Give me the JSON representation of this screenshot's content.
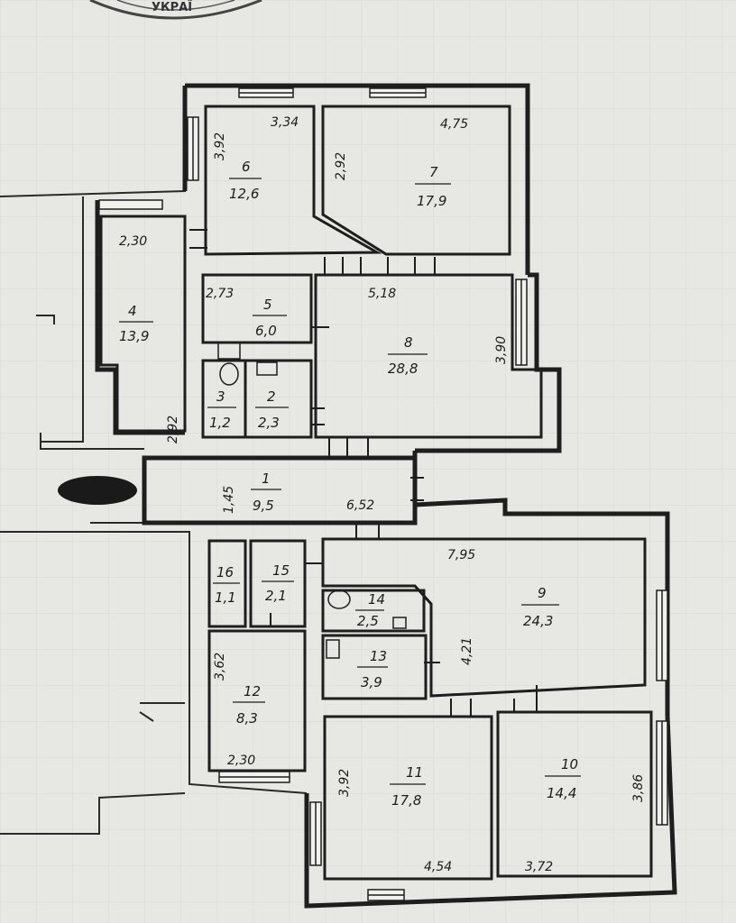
{
  "stamp": {
    "text": "УКРАЇ"
  },
  "rooms": [
    {
      "id": "room-1",
      "number": "1",
      "area": "9,5"
    },
    {
      "id": "room-2",
      "number": "2",
      "area": "2,3"
    },
    {
      "id": "room-3",
      "number": "3",
      "area": "1,2"
    },
    {
      "id": "room-4",
      "number": "4",
      "area": "13,9"
    },
    {
      "id": "room-5",
      "number": "5",
      "area": "6,0"
    },
    {
      "id": "room-6",
      "number": "6",
      "area": "12,6"
    },
    {
      "id": "room-7",
      "number": "7",
      "area": "17,9"
    },
    {
      "id": "room-8",
      "number": "8",
      "area": "28,8"
    },
    {
      "id": "room-9",
      "number": "9",
      "area": "24,3"
    },
    {
      "id": "room-10",
      "number": "10",
      "area": "14,4"
    },
    {
      "id": "room-11",
      "number": "11",
      "area": "17,8"
    },
    {
      "id": "room-12",
      "number": "12",
      "area": "8,3"
    },
    {
      "id": "room-13",
      "number": "13",
      "area": "3,9"
    },
    {
      "id": "room-14",
      "number": "14",
      "area": "2,5"
    },
    {
      "id": "room-15",
      "number": "15",
      "area": "2,1"
    },
    {
      "id": "room-16",
      "number": "16",
      "area": "1,1"
    }
  ],
  "dimensions": [
    "3,92",
    "3,34",
    "2,92",
    "4,75",
    "2,30",
    "2,73",
    "5,18",
    "3,90",
    "2,92",
    "1,45",
    "6,52",
    "7,95",
    "4,21",
    "3,62",
    "2,30",
    "3,92",
    "4,54",
    "3,72",
    "3,86"
  ]
}
